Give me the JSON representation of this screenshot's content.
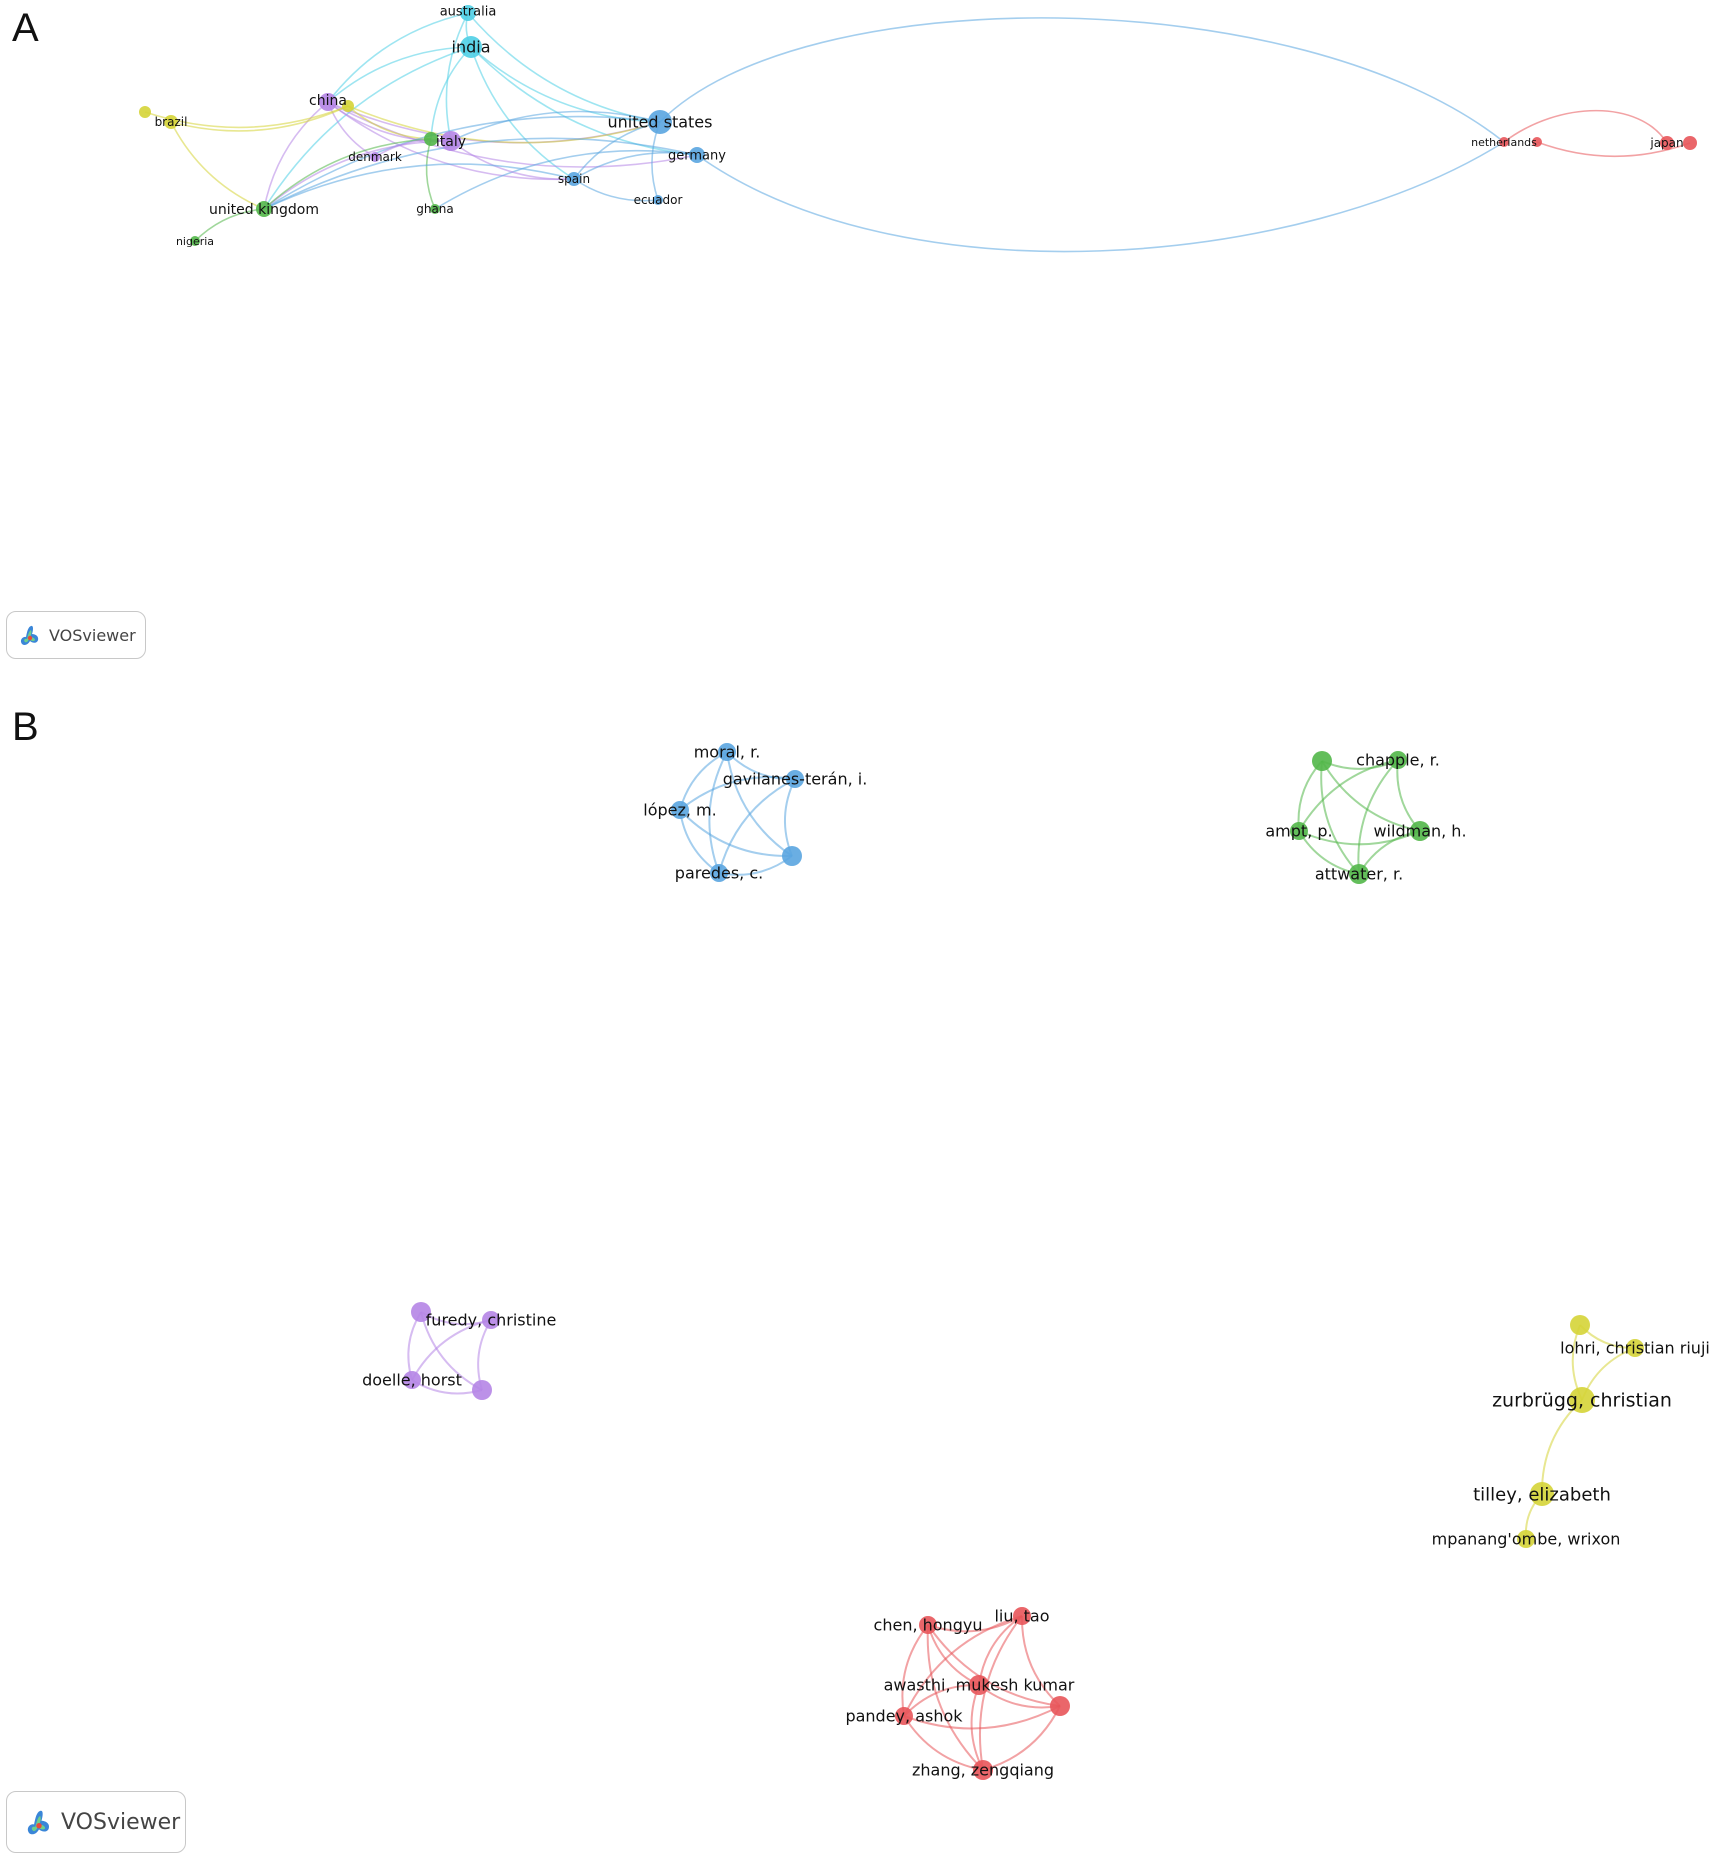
{
  "panels": {
    "a": {
      "letter": "A",
      "logo_text": "VOSviewer",
      "colors": {
        "red": "#e8555a",
        "green": "#52b749",
        "blue": "#5aa5e0",
        "yellow": "#d5d437",
        "purple": "#b585e6",
        "cyan": "#4fcfe6"
      },
      "nodes": [
        {
          "id": "australia",
          "label": "australia",
          "color": "cyan"
        },
        {
          "id": "india",
          "label": "india",
          "color": "cyan"
        },
        {
          "id": "china",
          "label": "china",
          "color": "purple"
        },
        {
          "id": "brazil",
          "label": "brazil",
          "color": "yellow"
        },
        {
          "id": "brazil2",
          "label": "",
          "color": "yellow"
        },
        {
          "id": "china2",
          "label": "",
          "color": "yellow"
        },
        {
          "id": "united-states",
          "label": "united states",
          "color": "blue"
        },
        {
          "id": "germany",
          "label": "germany",
          "color": "blue"
        },
        {
          "id": "italy",
          "label": "italy",
          "color": "purple"
        },
        {
          "id": "italy2",
          "label": "",
          "color": "green"
        },
        {
          "id": "denmark",
          "label": "denmark",
          "color": "purple"
        },
        {
          "id": "spain",
          "label": "spain",
          "color": "blue"
        },
        {
          "id": "ecuador",
          "label": "ecuador",
          "color": "blue"
        },
        {
          "id": "united-kingdom",
          "label": "united kingdom",
          "color": "green"
        },
        {
          "id": "ghana",
          "label": "ghana",
          "color": "green"
        },
        {
          "id": "nigeria",
          "label": "nigeria",
          "color": "green"
        },
        {
          "id": "netherlands",
          "label": "netherlands",
          "color": "red"
        },
        {
          "id": "netherlands2",
          "label": "",
          "color": "red"
        },
        {
          "id": "japan",
          "label": "japan",
          "color": "red"
        },
        {
          "id": "japan2",
          "label": "",
          "color": "red"
        }
      ],
      "links": [
        [
          "australia",
          "india"
        ],
        [
          "australia",
          "united-states"
        ],
        [
          "australia",
          "italy"
        ],
        [
          "australia",
          "china"
        ],
        [
          "india",
          "china"
        ],
        [
          "india",
          "united-states"
        ],
        [
          "india",
          "italy2"
        ],
        [
          "india",
          "spain"
        ],
        [
          "india",
          "united-kingdom"
        ],
        [
          "india",
          "germany"
        ],
        [
          "china",
          "united-states"
        ],
        [
          "china",
          "italy"
        ],
        [
          "china",
          "spain"
        ],
        [
          "china",
          "united-kingdom"
        ],
        [
          "china",
          "denmark"
        ],
        [
          "china",
          "germany"
        ],
        [
          "brazil2",
          "china2"
        ],
        [
          "brazil",
          "china2"
        ],
        [
          "brazil",
          "united-kingdom"
        ],
        [
          "china2",
          "united-states"
        ],
        [
          "china2",
          "italy2"
        ],
        [
          "united-states",
          "spain"
        ],
        [
          "united-states",
          "italy"
        ],
        [
          "united-states",
          "united-kingdom"
        ],
        [
          "united-states",
          "netherlands"
        ],
        [
          "united-states",
          "ecuador"
        ],
        [
          "germany",
          "spain"
        ],
        [
          "germany",
          "netherlands"
        ],
        [
          "germany",
          "ghana"
        ],
        [
          "germany",
          "united-kingdom"
        ],
        [
          "italy",
          "spain"
        ],
        [
          "italy",
          "united-kingdom"
        ],
        [
          "italy2",
          "ghana"
        ],
        [
          "italy2",
          "united-kingdom"
        ],
        [
          "italy",
          "denmark"
        ],
        [
          "spain",
          "ecuador"
        ],
        [
          "spain",
          "united-kingdom"
        ],
        [
          "united-kingdom",
          "nigeria"
        ],
        [
          "netherlands",
          "japan"
        ],
        [
          "netherlands2",
          "japan2"
        ]
      ]
    },
    "b": {
      "letter": "B",
      "logo_text": "VOSviewer",
      "colors": {
        "red": "#e8555a",
        "green": "#52b749",
        "blue": "#5aa5e0",
        "yellow": "#d5d437",
        "purple": "#b585e6"
      },
      "clusters": [
        {
          "name": "blue",
          "color": "blue",
          "nodes": [
            {
              "id": "moral",
              "label": "moral, r."
            },
            {
              "id": "gavilanes",
              "label": "gavilanes-terán, i."
            },
            {
              "id": "lopez",
              "label": "lópez, m."
            },
            {
              "id": "paredes",
              "label": "paredes, c."
            },
            {
              "id": "blue5",
              "label": ""
            }
          ]
        },
        {
          "name": "green",
          "color": "green",
          "nodes": [
            {
              "id": "green1",
              "label": ""
            },
            {
              "id": "chapple",
              "label": "chapple, r."
            },
            {
              "id": "ampt",
              "label": "ampt, p."
            },
            {
              "id": "wildman",
              "label": "wildman, h."
            },
            {
              "id": "attwater",
              "label": "attwater, r."
            }
          ]
        },
        {
          "name": "purple",
          "color": "purple",
          "nodes": [
            {
              "id": "purple1",
              "label": ""
            },
            {
              "id": "furedy",
              "label": "furedy, christine"
            },
            {
              "id": "doelle",
              "label": "doelle, horst"
            },
            {
              "id": "purple4",
              "label": ""
            }
          ]
        },
        {
          "name": "yellow",
          "color": "yellow",
          "nodes": [
            {
              "id": "yellow1",
              "label": ""
            },
            {
              "id": "lohri",
              "label": "lohri, christian riuji"
            },
            {
              "id": "zurbrugg",
              "label": "zurbrügg, christian"
            },
            {
              "id": "tilley",
              "label": "tilley, elizabeth"
            },
            {
              "id": "mpanang",
              "label": "mpanang'ombe, wrixon"
            }
          ]
        },
        {
          "name": "red",
          "color": "red",
          "nodes": [
            {
              "id": "chen",
              "label": "chen, hongyu"
            },
            {
              "id": "liu",
              "label": "liu, tao"
            },
            {
              "id": "awasthi",
              "label": "awasthi, mukesh kumar"
            },
            {
              "id": "pandey",
              "label": "pandey, ashok"
            },
            {
              "id": "zhang",
              "label": "zhang, zengqiang"
            },
            {
              "id": "red6",
              "label": ""
            }
          ]
        }
      ],
      "links": [
        [
          "moral",
          "gavilanes"
        ],
        [
          "moral",
          "lopez"
        ],
        [
          "moral",
          "paredes"
        ],
        [
          "moral",
          "blue5"
        ],
        [
          "gavilanes",
          "lopez"
        ],
        [
          "gavilanes",
          "paredes"
        ],
        [
          "gavilanes",
          "blue5"
        ],
        [
          "lopez",
          "paredes"
        ],
        [
          "lopez",
          "blue5"
        ],
        [
          "paredes",
          "blue5"
        ],
        [
          "green1",
          "chapple"
        ],
        [
          "green1",
          "ampt"
        ],
        [
          "green1",
          "wildman"
        ],
        [
          "green1",
          "attwater"
        ],
        [
          "chapple",
          "ampt"
        ],
        [
          "chapple",
          "wildman"
        ],
        [
          "chapple",
          "attwater"
        ],
        [
          "ampt",
          "wildman"
        ],
        [
          "ampt",
          "attwater"
        ],
        [
          "wildman",
          "attwater"
        ],
        [
          "purple1",
          "furedy"
        ],
        [
          "purple1",
          "doelle"
        ],
        [
          "purple1",
          "purple4"
        ],
        [
          "furedy",
          "doelle"
        ],
        [
          "furedy",
          "purple4"
        ],
        [
          "doelle",
          "purple4"
        ],
        [
          "yellow1",
          "lohri"
        ],
        [
          "yellow1",
          "zurbrugg"
        ],
        [
          "lohri",
          "zurbrugg"
        ],
        [
          "zurbrugg",
          "tilley"
        ],
        [
          "tilley",
          "mpanang"
        ],
        [
          "chen",
          "liu"
        ],
        [
          "chen",
          "awasthi"
        ],
        [
          "chen",
          "pandey"
        ],
        [
          "chen",
          "zhang"
        ],
        [
          "chen",
          "red6"
        ],
        [
          "liu",
          "awasthi"
        ],
        [
          "liu",
          "pandey"
        ],
        [
          "liu",
          "zhang"
        ],
        [
          "liu",
          "red6"
        ],
        [
          "awasthi",
          "pandey"
        ],
        [
          "awasthi",
          "zhang"
        ],
        [
          "awasthi",
          "red6"
        ],
        [
          "pandey",
          "zhang"
        ],
        [
          "pandey",
          "red6"
        ],
        [
          "zhang",
          "red6"
        ]
      ]
    }
  }
}
